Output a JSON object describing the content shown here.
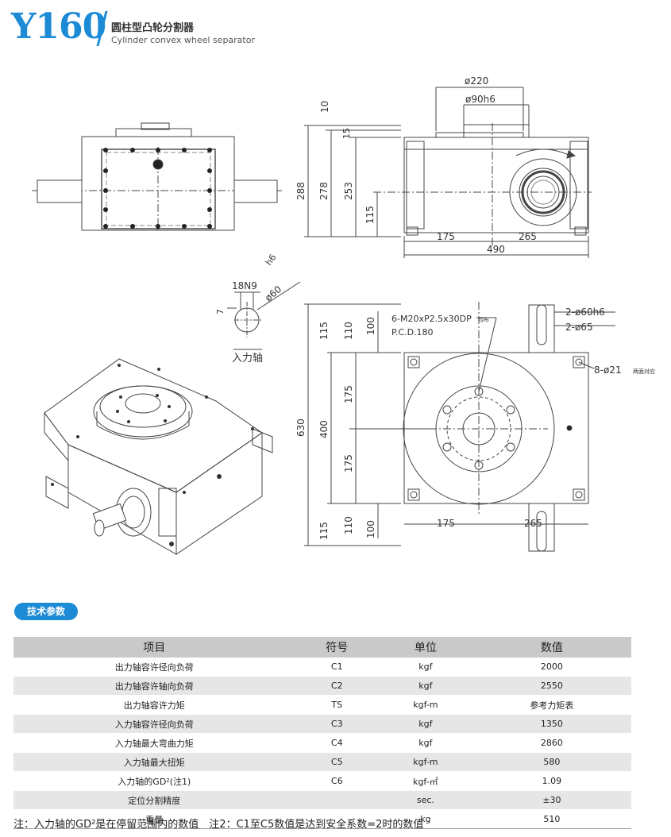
{
  "header": {
    "model": "Y160",
    "title_cn": "圆柱型凸轮分割器",
    "title_en": "Cylinder convex wheel separator"
  },
  "drawing": {
    "dims": {
      "d220": "ø220",
      "d90h6": "ø90h6",
      "v10": "10",
      "v288": "288",
      "v278": "278",
      "v253": "253",
      "v115": "115",
      "v15": "15",
      "h175": "175",
      "h265": "265",
      "h490": "490",
      "h6": "h6",
      "n18N9": "18N9",
      "d60": "ø60",
      "n7": "7",
      "input_shaft": "入力轴",
      "m20": "6-M20xP2.5x30DP",
      "m20_suffix": "均布",
      "pcd": "P.C.D.180",
      "d60h6": "2-ø60h6",
      "d65": "2-ø65",
      "d21": "8-ø21",
      "d21_suffix": "两面对应",
      "v630": "630",
      "v400": "400",
      "v115a": "115",
      "v115b": "115",
      "v110a": "110",
      "v110b": "110",
      "v100a": "100",
      "v100b": "100",
      "v175a": "175",
      "v175b": "175",
      "b175": "175",
      "b265": "265"
    }
  },
  "section_label": "技术参数",
  "table": {
    "headers": [
      "项目",
      "符号",
      "单位",
      "数值"
    ],
    "rows": [
      {
        "item": "出力轴容许径向负荷",
        "symbol": "C1",
        "unit": "kgf",
        "value": "2000"
      },
      {
        "item": "出力轴容许轴向负荷",
        "symbol": "C2",
        "unit": "kgf",
        "value": "2550"
      },
      {
        "item": "出力轴容许力矩",
        "symbol": "TS",
        "unit": "kgf-m",
        "value": "参考力矩表"
      },
      {
        "item": "入力轴容许径向负荷",
        "symbol": "C3",
        "unit": "kgf",
        "value": "1350"
      },
      {
        "item": "入力轴最大弯曲力矩",
        "symbol": "C4",
        "unit": "kgf",
        "value": "2860"
      },
      {
        "item": "入力轴最大扭矩",
        "symbol": "C5",
        "unit": "kgf-m",
        "value": "580"
      },
      {
        "item": "入力轴的GD²(注1)",
        "symbol": "C6",
        "unit": "kgf-㎡",
        "value": "1.09"
      },
      {
        "item": "定位分割精度",
        "symbol": "",
        "unit": "sec.",
        "value": "±30"
      },
      {
        "item": "重量",
        "symbol": "",
        "unit": "kg",
        "value": "510"
      }
    ]
  },
  "note": "注：入力轴的GD²是在停留范围内的数值　注2：C1至C5数值是达到安全系数=2时的数值",
  "colors": {
    "accent": "#1d8ad6",
    "header_bg": "#c9c9c9",
    "row_alt": "#e6e6e6"
  }
}
